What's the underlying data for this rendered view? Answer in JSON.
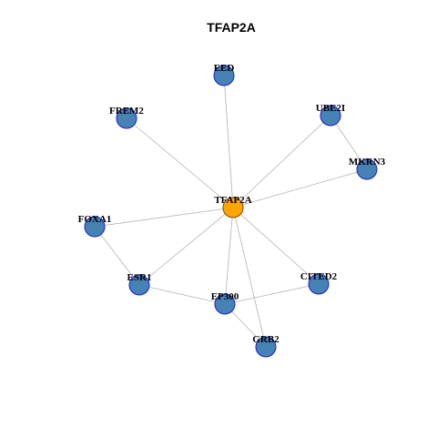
{
  "title": "TFAP2A",
  "colors": {
    "center_fill": "#ffa500",
    "center_stroke": "#7a4a00",
    "node_fill": "#4682b4",
    "node_stroke": "#1d1dcf",
    "edge": "#b3b3b3"
  },
  "nodes": [
    {
      "id": "TFAP2A",
      "label": "TFAP2A",
      "center": true
    },
    {
      "id": "EED",
      "label": "EED"
    },
    {
      "id": "FREM2",
      "label": "FREM2"
    },
    {
      "id": "UBE2I",
      "label": "UBE2I"
    },
    {
      "id": "MKRN3",
      "label": "MKRN3"
    },
    {
      "id": "FOXA1",
      "label": "FOXA1"
    },
    {
      "id": "ESR1",
      "label": "ESR1"
    },
    {
      "id": "CITED2",
      "label": "CITED2"
    },
    {
      "id": "EP300",
      "label": "EP300"
    },
    {
      "id": "GRB2",
      "label": "GRB2"
    }
  ],
  "edges": [
    [
      "TFAP2A",
      "EED"
    ],
    [
      "TFAP2A",
      "FREM2"
    ],
    [
      "TFAP2A",
      "UBE2I"
    ],
    [
      "TFAP2A",
      "MKRN3"
    ],
    [
      "TFAP2A",
      "FOXA1"
    ],
    [
      "TFAP2A",
      "ESR1"
    ],
    [
      "TFAP2A",
      "CITED2"
    ],
    [
      "TFAP2A",
      "EP300"
    ],
    [
      "TFAP2A",
      "GRB2"
    ],
    [
      "UBE2I",
      "MKRN3"
    ],
    [
      "FOXA1",
      "ESR1"
    ],
    [
      "ESR1",
      "EP300"
    ],
    [
      "EP300",
      "CITED2"
    ],
    [
      "EP300",
      "GRB2"
    ]
  ]
}
